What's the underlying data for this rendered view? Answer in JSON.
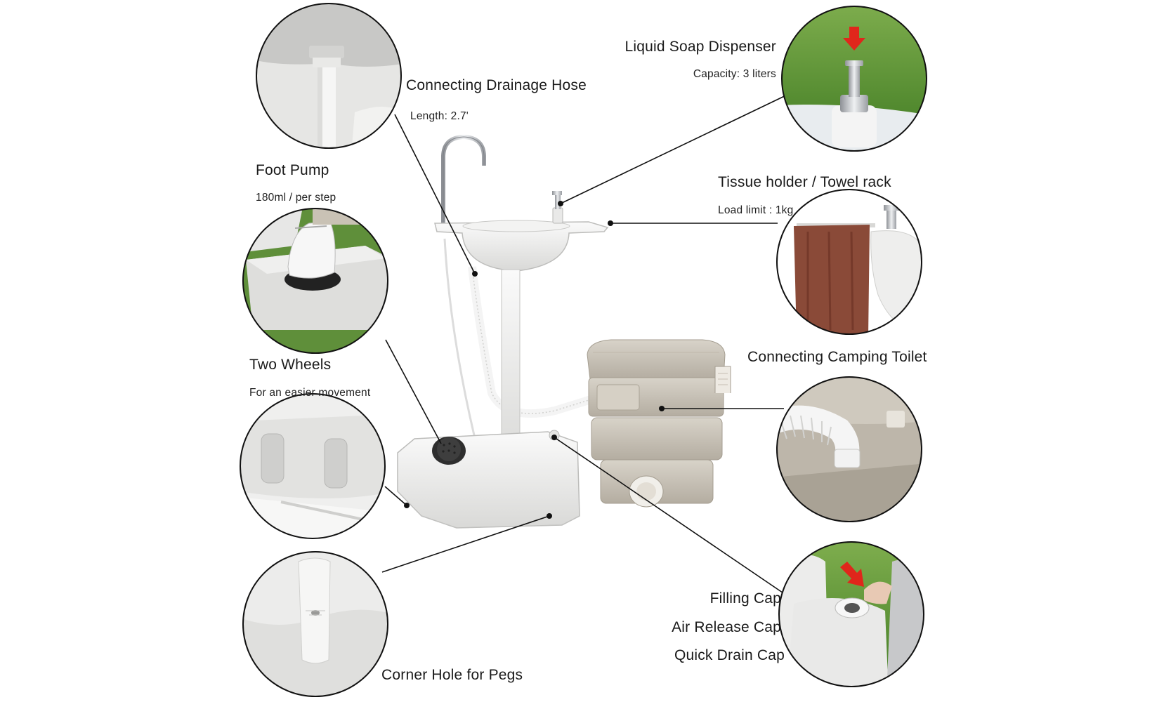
{
  "labels": {
    "drainage_title": "Connecting Drainage Hose",
    "drainage_sub": "Length: 2.7'",
    "soap_title": "Liquid Soap Dispenser",
    "soap_sub": "Capacity: 3 liters",
    "foot_title": "Foot Pump",
    "foot_sub": "180ml / per step",
    "towel_title": "Tissue holder / Towel rack",
    "towel_sub": "Load limit : 1kg",
    "wheels_title": "Two Wheels",
    "wheels_sub": "For an easier movement",
    "toilet_title": "Connecting Camping Toilet",
    "caps_line1": "Filling Cap",
    "caps_line2": "Air Release Cap",
    "caps_line3": "Quick Drain Cap",
    "pegs_title": "Corner Hole for Pegs"
  },
  "colors": {
    "line": "#111111",
    "plastic": "#ededeb",
    "toilet": "#c9c3b8",
    "grass": "#4f8a2c",
    "towel": "#8a4a38",
    "arrow": "#e0261b",
    "chrome": "#b9bcc0"
  }
}
